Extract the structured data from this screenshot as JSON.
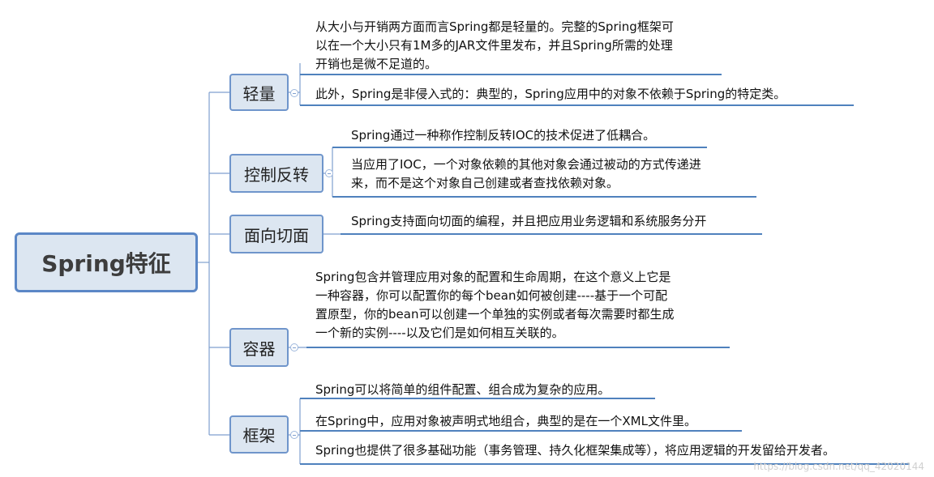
{
  "root": {
    "label": "Spring特征"
  },
  "branches": [
    {
      "label": "轻量",
      "items": [
        "从大小与开销两方面而言Spring都是轻量的。完整的Spring框架可\n以在一个大小只有1M多的JAR文件里发布，并且Spring所需的处理\n开销也是微不足道的。",
        "此外，Spring是非侵入式的：典型的，Spring应用中的对象不依赖于Spring的特定类。"
      ]
    },
    {
      "label": "控制反转",
      "items": [
        "Spring通过一种称作控制反转IOC的技术促进了低耦合。",
        "当应用了IOC，一个对象依赖的其他对象会通过被动的方式传递进\n来，而不是这个对象自己创建或者查找依赖对象。"
      ]
    },
    {
      "label": "面向切面",
      "items": [
        "Spring支持面向切面的编程，并且把应用业务逻辑和系统服务分开"
      ]
    },
    {
      "label": "容器",
      "items": [
        "Spring包含并管理应用对象的配置和生命周期，在这个意义上它是\n一种容器，你可以配置你的每个bean如何被创建----基于一个可配\n置原型，你的bean可以创建一个单独的实例或者每次需要时都生成\n一个新的实例----以及它们是如何相互关联的。"
      ]
    },
    {
      "label": "框架",
      "items": [
        "Spring可以将简单的组件配置、组合成为复杂的应用。",
        "在Spring中，应用对象被声明式地组合，典型的是在一个XML文件里。",
        "Spring也提供了很多基础功能（事务管理、持久化框架集成等），将应用逻辑的开发留给开发者。"
      ]
    }
  ],
  "watermark": "https://blog.csdn.net/qq_42020144",
  "colors": {
    "line": "#4f81bd",
    "node_fill": "#dce6f1",
    "node_border": "#6f95cb"
  }
}
